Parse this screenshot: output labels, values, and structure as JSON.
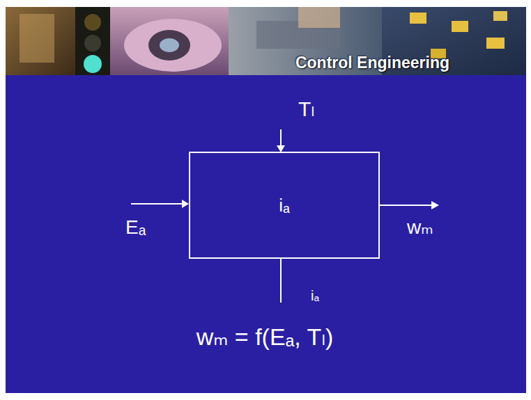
{
  "diagram": {
    "nodes": [
      {
        "text": [
          "iₐ"
        ]
      }
    ],
    "labels": [
      "Control Engineering",
      "Tₗ",
      "Eₐ",
      "wₘ",
      "iₐ",
      "wₘ = f(Eₐ, Tₗ)"
    ]
  }
}
